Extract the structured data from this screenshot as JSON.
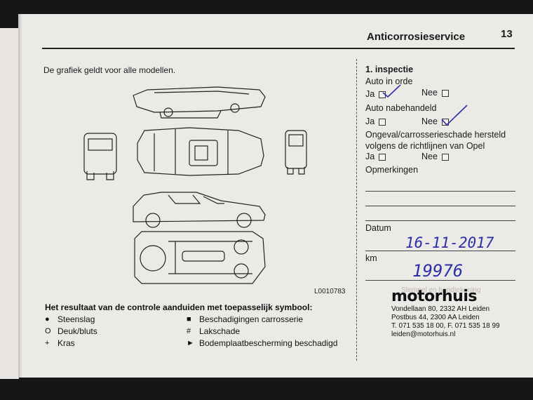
{
  "header": {
    "title": "Anticorrosieservice",
    "page_number": "13"
  },
  "left": {
    "intro": "De grafiek geldt voor alle modellen.",
    "diagram_code": "L0010783",
    "legend_title": "Het resultaat van de controle aanduiden met toepasselijk symbool:",
    "legend": [
      {
        "symbol": "●",
        "label": "Steenslag"
      },
      {
        "symbol": "O",
        "label": "Deuk/bluts"
      },
      {
        "symbol": "+",
        "label": "Kras"
      },
      {
        "symbol": "■",
        "label": "Beschadigingen carrosserie"
      },
      {
        "symbol": "#",
        "label": "Lakschade"
      },
      {
        "symbol": "►",
        "label": "Bodemplaatbescherming beschadigd"
      }
    ]
  },
  "right": {
    "section_title": "1. inspectie",
    "q1": {
      "label": "Auto in orde",
      "yes": "Ja",
      "no": "Nee"
    },
    "q2": {
      "label": "Auto nabehandeld",
      "yes": "Ja",
      "no": "Nee"
    },
    "q3": {
      "label": "Ongeval/carrosserieschade hersteld volgens de richtlijnen van Opel",
      "yes": "Ja",
      "no": "Nee"
    },
    "remarks_label": "Opmerkingen",
    "date_label": "Datum",
    "date_value": "16-11-2017",
    "km_label": "km",
    "km_value": "19976",
    "stamp_label": "Stempel en handtekening"
  },
  "stamp": {
    "brand": "motorhuis",
    "line1": "Vondellaan 80, 2332 AH Leiden",
    "line2": "Postbus 44, 2300 AA Leiden",
    "line3": "T. 071 535 18 00, F. 071 535 18 99",
    "line4": "leiden@motorhuis.nl"
  }
}
